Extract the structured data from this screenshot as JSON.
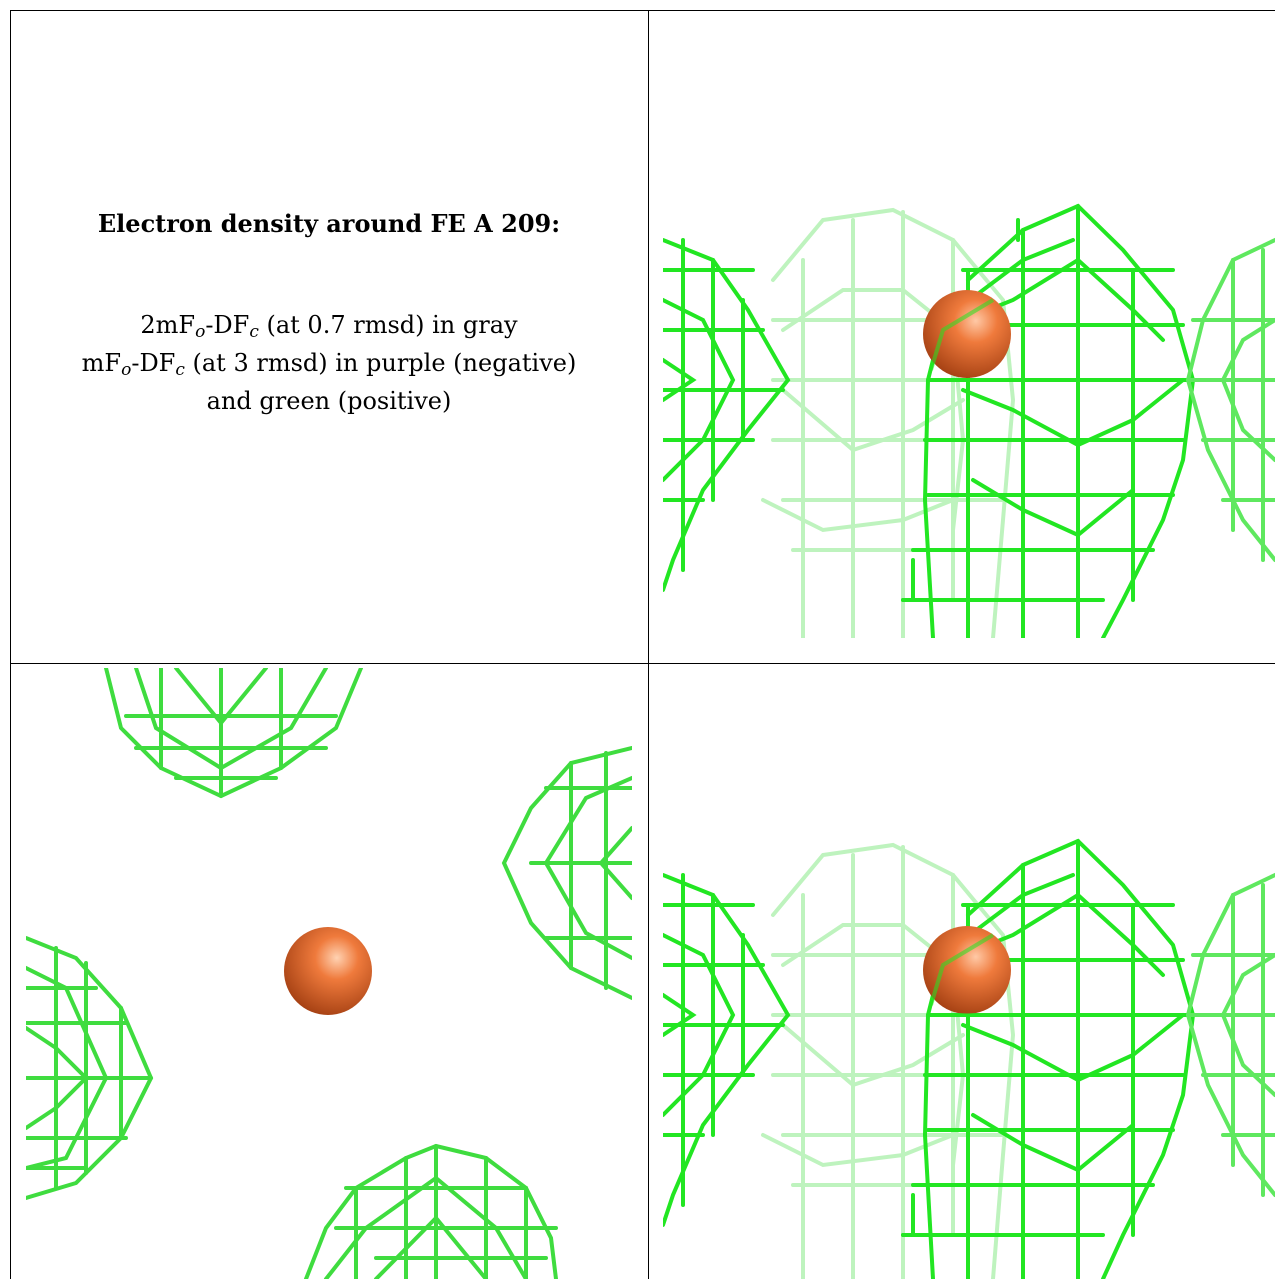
{
  "legend": {
    "title": "Electron density around FE A 209:",
    "line1": {
      "pre": "2mF",
      "sub1": "o",
      "mid": "-DF",
      "sub2": "c",
      "post": " (at 0.7 rmsd) in gray"
    },
    "line2": {
      "pre": "mF",
      "sub1": "o",
      "mid": "-DF",
      "sub2": "c",
      "post": " (at 3 rmsd) in purple (negative)"
    },
    "line3": "and green (positive)"
  },
  "colors": {
    "mesh_green": "#22e622",
    "mesh_faded": "#9fef9f",
    "atom_orange": "#e8733a",
    "border": "#000000"
  },
  "panels": [
    {
      "name": "side-view-top",
      "view": "side"
    },
    {
      "name": "top-down-view",
      "view": "top"
    },
    {
      "name": "side-view-bottom",
      "view": "side"
    }
  ]
}
